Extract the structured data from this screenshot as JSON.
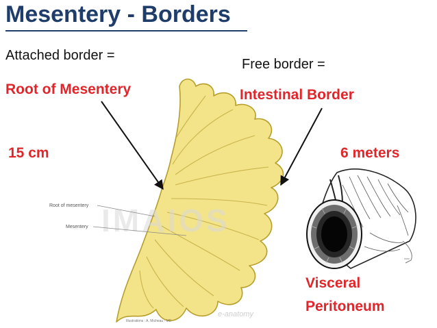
{
  "slide": {
    "title": "Mesentery - Borders",
    "attached_label": "Attached border =",
    "attached_value": "Root of Mesentery",
    "attached_length": "15 cm",
    "free_label": "Free border =",
    "free_value": "Intestinal Border",
    "free_length": "6 meters",
    "visceral_line1": "Visceral",
    "visceral_line2": "Peritoneum"
  },
  "figure": {
    "label_root": "Root of mesentery",
    "label_mesentery": "Mesentery",
    "watermark": "IMAIOS",
    "credit": "Illustrations : A. Micheau - MD",
    "brand": "e-anatomy"
  },
  "colors": {
    "title": "#1f3d6b",
    "accent_red": "#e0262a",
    "mesentery_fill": "#f3e48a",
    "mesentery_stroke": "#b79e2c"
  }
}
